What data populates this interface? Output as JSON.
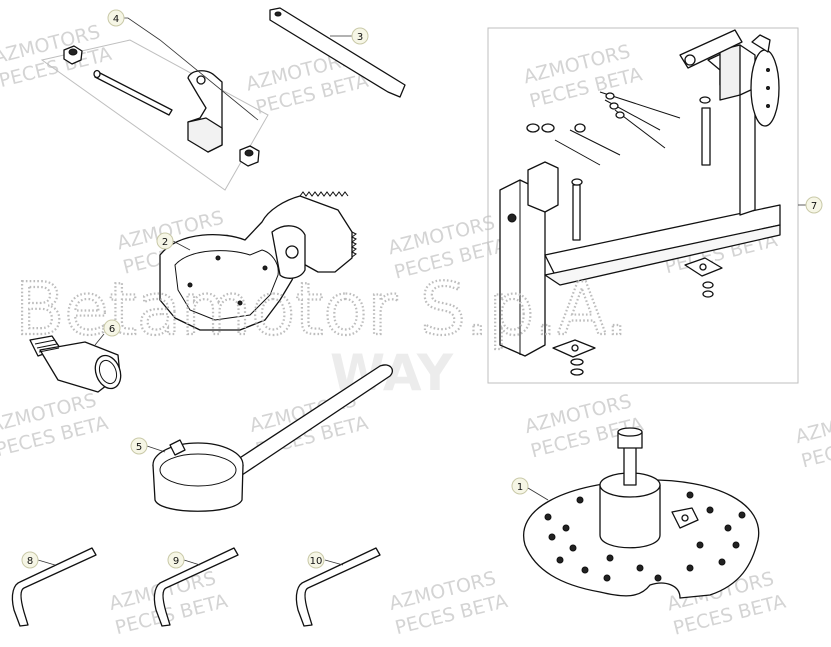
{
  "watermark": {
    "line1": "AZMOTORS",
    "line2": "PECES BETA",
    "brand": "Betamotor S.p.A.",
    "brand_sub": "WAY"
  },
  "callouts": [
    {
      "id": "callout-1",
      "label": "1"
    },
    {
      "id": "callout-2",
      "label": "2"
    },
    {
      "id": "callout-3",
      "label": "3"
    },
    {
      "id": "callout-4",
      "label": "4"
    },
    {
      "id": "callout-5",
      "label": "5"
    },
    {
      "id": "callout-6",
      "label": "6"
    },
    {
      "id": "callout-7",
      "label": "7"
    },
    {
      "id": "callout-8",
      "label": "8"
    },
    {
      "id": "callout-9",
      "label": "9"
    },
    {
      "id": "callout-10",
      "label": "10"
    }
  ]
}
